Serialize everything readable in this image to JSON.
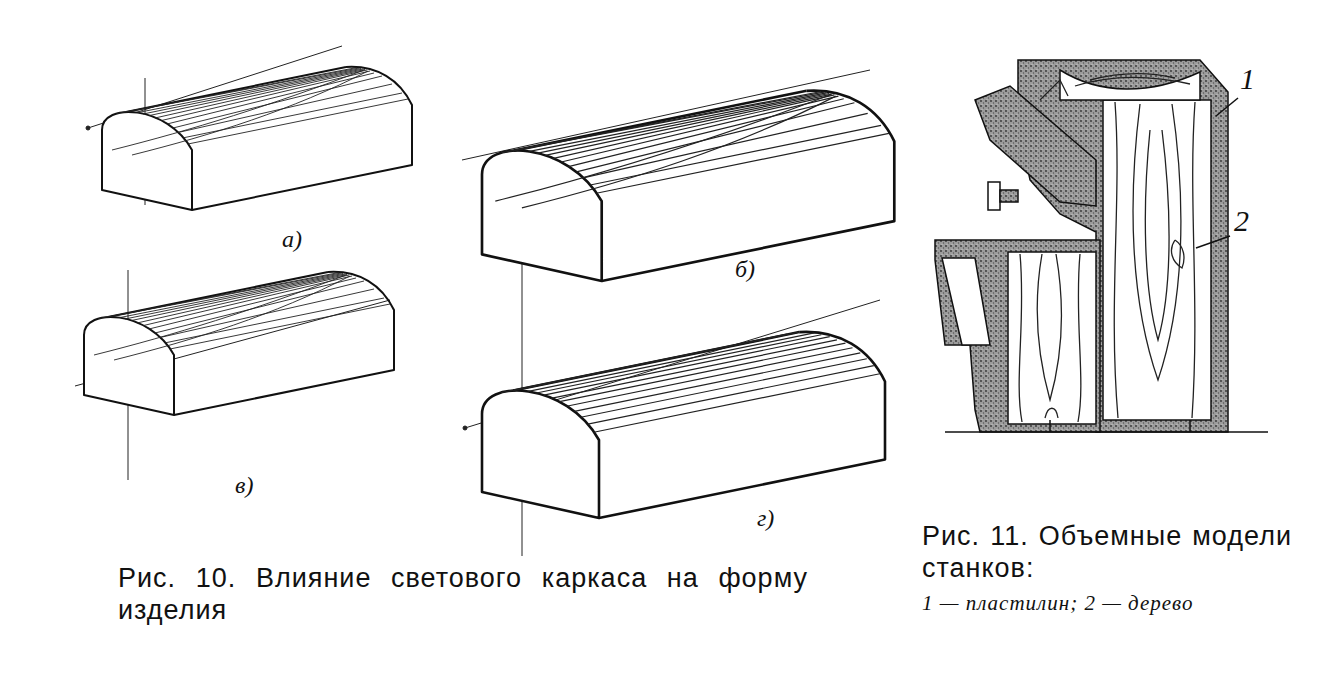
{
  "diagram": {
    "labels": [
      "а)",
      "б)",
      "в)",
      "г)",
      "Рис. 10. Влияние светового каркаса на форму изделия",
      "Рис. 11. Объемные модели станков:",
      "1 — пластилин; 2 — дерево",
      "1",
      "2"
    ]
  }
}
